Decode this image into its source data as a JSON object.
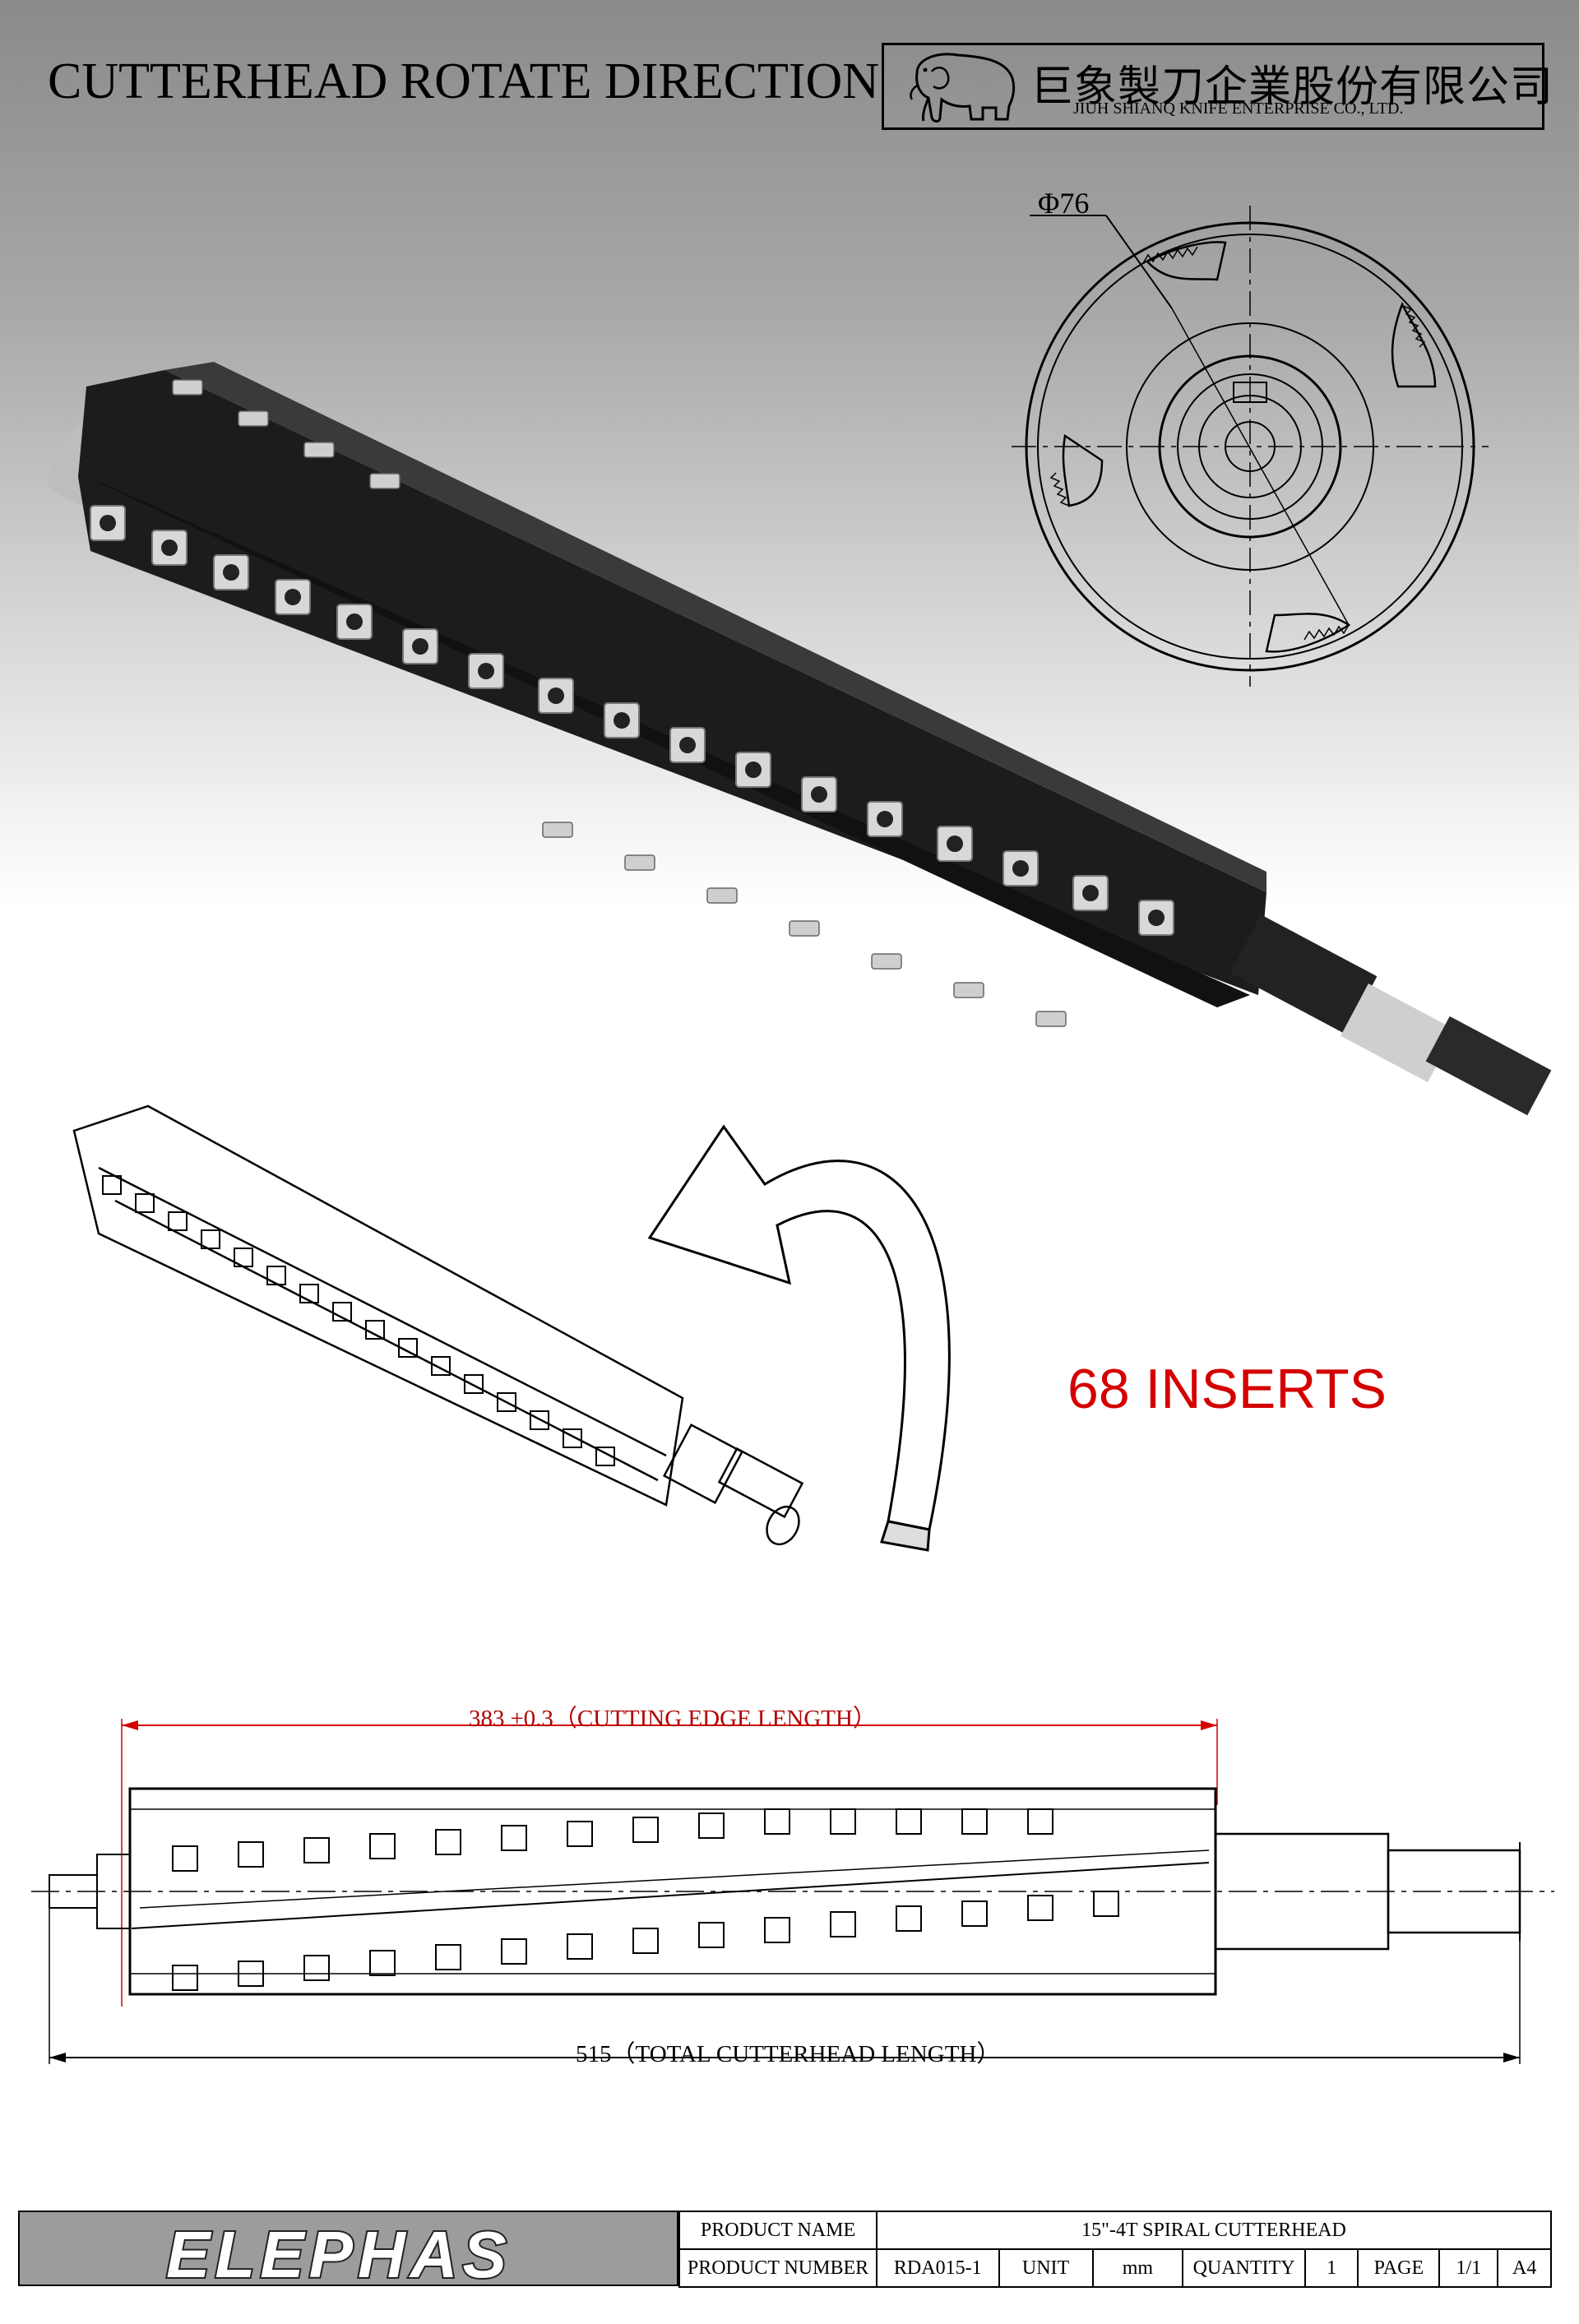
{
  "header": {
    "title": "CUTTERHEAD ROTATE DIRECTION",
    "company_zh": "巨象製刀企業股份有限公司",
    "company_en": "JIUH SHIANQ KNIFE ENTERPRISE CO., LTD.",
    "logo_icon": "elephant-icon"
  },
  "drawing": {
    "diameter_label": "Φ76",
    "inserts_label": "68 INSERTS",
    "cutting_edge_label": "383 ±0.3（CUTTING EDGE LENGTH）",
    "total_length_label": "515（TOTAL CUTTERHEAD LENGTH）",
    "rotation_icon": "curved-arrow-icon",
    "colors": {
      "dimension_red": "#d40000",
      "text": "#000000"
    }
  },
  "title_block": {
    "brand": "ELEPHAS",
    "product_name_label": "PRODUCT NAME",
    "product_name_value": "15\"-4T SPIRAL CUTTERHEAD",
    "product_number_label": "PRODUCT NUMBER",
    "product_number_value": "RDA015-1",
    "unit_label": "UNIT",
    "unit_value": "mm",
    "quantity_label": "QUANTITY",
    "quantity_value": "1",
    "page_label": "PAGE",
    "page_value": "1/1",
    "size_value": "A4"
  }
}
